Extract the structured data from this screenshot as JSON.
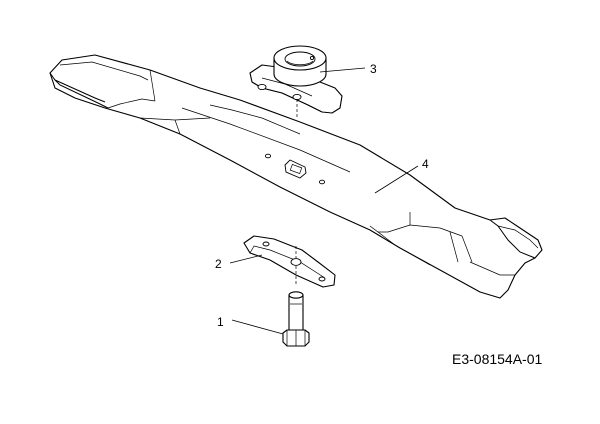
{
  "parts": [
    {
      "number": "1",
      "name": "bolt"
    },
    {
      "number": "2",
      "name": "blade-support"
    },
    {
      "number": "3",
      "name": "blade-adapter"
    },
    {
      "number": "4",
      "name": "blade"
    }
  ],
  "drawing_code": "E3-08154A-01"
}
